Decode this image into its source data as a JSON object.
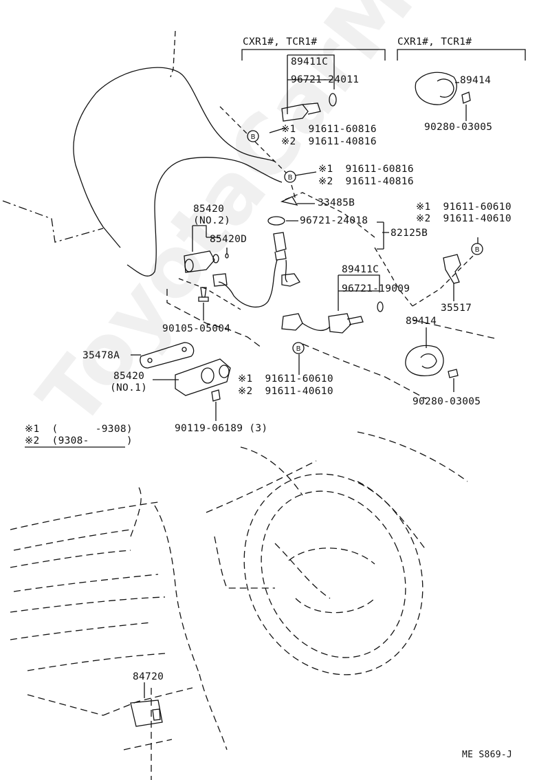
{
  "headers": {
    "group_left": "CXR1#, TCR1#",
    "group_right": "CXR1#, TCR1#"
  },
  "parts": {
    "p89411C_top": "89411C",
    "p96721_24011": "96721-24011",
    "p89414_top": "89414",
    "p90280_top": "90280-03005",
    "bolt_a1": "※1  91611-60816",
    "bolt_a2": "※2  91611-40816",
    "bolt_b1": "※1  91611-60816",
    "bolt_b2": "※2  91611-40816",
    "p33485B": "33485B",
    "p96721_24018": "96721-24018",
    "p82125B": "82125B",
    "bolt_c1": "※1  91611-60610",
    "bolt_c2": "※2  91611-40610",
    "p85420_no2": "85420",
    "p85420_no2_sub": "(NO.2)",
    "p85420D": "85420D",
    "p89411C_mid": "89411C",
    "p96721_19009": "96721-19009",
    "p35517": "35517",
    "p90105": "90105-05004",
    "p89414_mid": "89414",
    "p35478A": "35478A",
    "p85420_no1": "85420",
    "p85420_no1_sub": "(NO.1)",
    "bolt_d1": "※1  91611-60610",
    "bolt_d2": "※2  91611-40610",
    "p90280_mid": "90280-03005",
    "p90119": "90119-06189 (3)",
    "p84720": "84720"
  },
  "legend": {
    "note1": "※1  (      -9308)",
    "note2": "※2  (9308-      )"
  },
  "bolt_marker": "B",
  "footer": {
    "code": "ME S869-J"
  },
  "watermark": "ToyotaCarMine.ru"
}
